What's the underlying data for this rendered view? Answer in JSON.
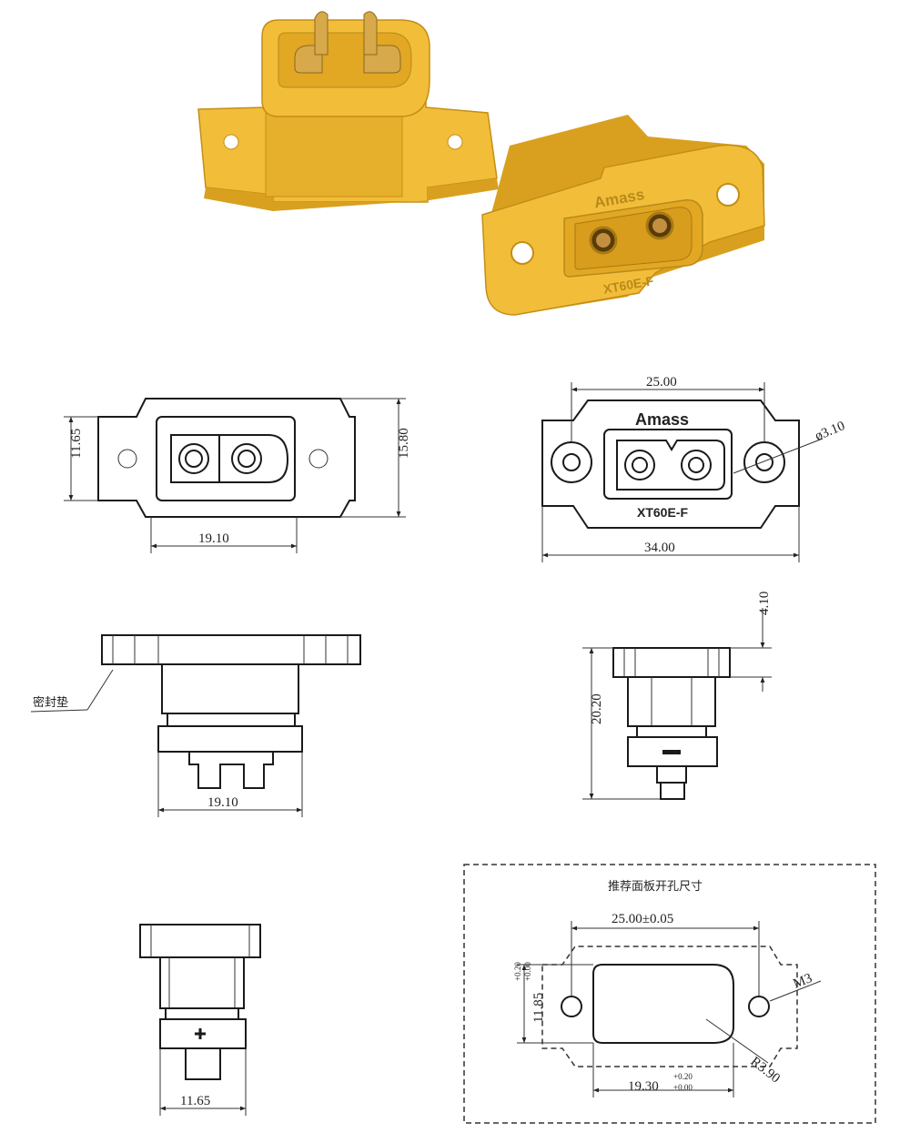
{
  "product": {
    "brand": "Amass",
    "model": "XT60E-F",
    "colors": {
      "body": "#f2be3a",
      "body_shadow": "#d9a020",
      "body_dark": "#c48e16",
      "pin": "#d7a94a"
    }
  },
  "front_view": {
    "dims": {
      "height_inner": "11.65",
      "height_total": "15.80",
      "width_inner": "19.10"
    }
  },
  "rear_view": {
    "brand": "Amass",
    "model": "XT60E-F",
    "dims": {
      "hole_spacing": "25.00",
      "hole_dia": "ø3.10",
      "width_total": "34.00"
    }
  },
  "side_view": {
    "seal_label": "密封垫",
    "dims": {
      "width": "19.10"
    }
  },
  "end_view": {
    "dims": {
      "flange": "4.10",
      "height": "20.20"
    }
  },
  "bottom_view": {
    "dims": {
      "width": "11.65"
    }
  },
  "panel_cutout": {
    "title": "推荐面板开孔尺寸",
    "dims": {
      "hole_spacing": "25.00±0.05",
      "height": "11.85",
      "height_tol_upper": "+0.20",
      "height_tol_lower": "+0.00",
      "width": "19.30",
      "width_tol_upper": "+0.20",
      "width_tol_lower": "+0.00",
      "screw": "M3",
      "radius": "R3.90"
    }
  }
}
